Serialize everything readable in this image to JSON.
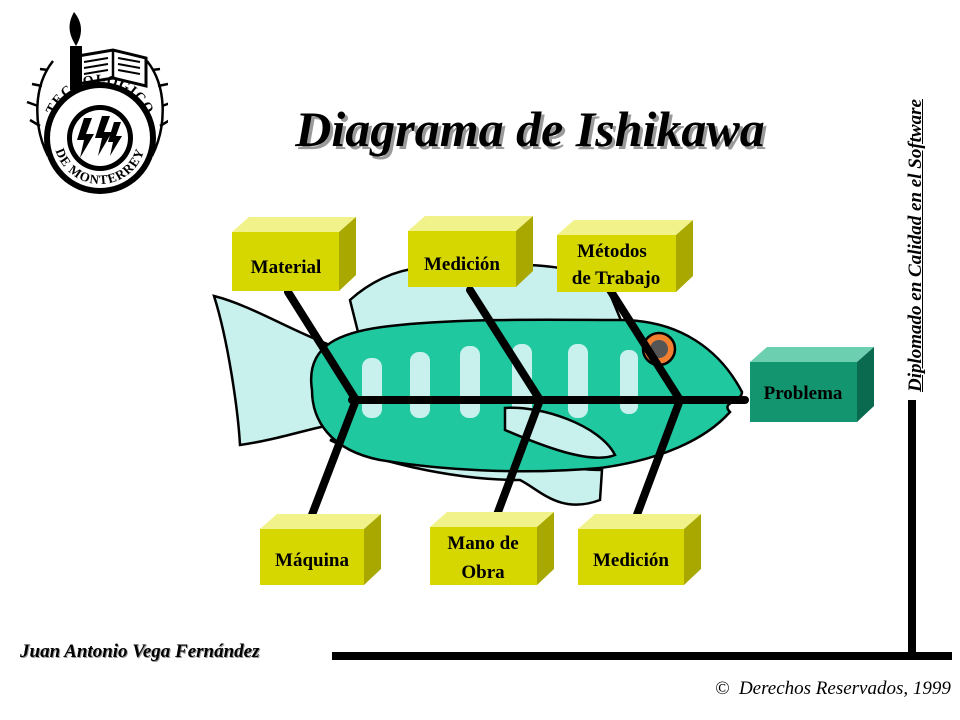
{
  "title": "Diagrama de Ishikawa",
  "vertical_caption": "Diplomado en Calidad en el Software",
  "author": "Juan Antonio Vega Fernández",
  "copyright": "Derechos Reservados, 1999",
  "copyright_symbol": "©",
  "logo": {
    "top_text": "TECNOLOGICO",
    "bottom_text": "DE MONTERREY"
  },
  "effect_box": {
    "label": "Problema",
    "color": "#139670"
  },
  "cause_boxes": {
    "color": "#d6d600",
    "material": "Material",
    "medicion_top": "Medición",
    "metodos_1": "Métodos",
    "metodos_2": "de Trabajo",
    "maquina": "Máquina",
    "mano_1": "Mano de",
    "mano_2": "Obra",
    "medicion_bottom": "Medición"
  },
  "colors": {
    "fish_body": "#20c8a0",
    "fish_fin": "#c8f0ec",
    "eye": "#f08030"
  }
}
